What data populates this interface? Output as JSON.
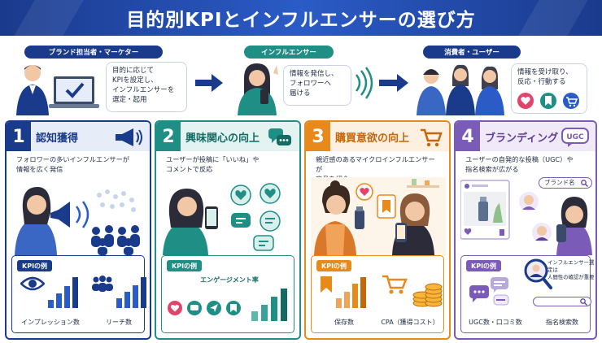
{
  "title": "目的別KPIとインフルエンサーの選び方",
  "colors": {
    "navy": "#1a3a8c",
    "teal": "#1f8f86",
    "orange": "#e8891c",
    "purple": "#7b5bb8"
  },
  "flow": {
    "brand": {
      "label": "ブランド担当者・マーケター",
      "text": [
        "目的に応じて",
        "KPIを設定し、",
        "インフルエンサーを",
        "選定・起用"
      ]
    },
    "influencer": {
      "label": "インフルエンサー",
      "text": [
        "情報を発信し、",
        "フォロワーへ",
        "届ける"
      ]
    },
    "consumer": {
      "label": "消費者・ユーザー",
      "text": [
        "情報を受け取り、",
        "反応・行動する"
      ]
    }
  },
  "cards": [
    {
      "num": "1",
      "title": "認知獲得",
      "desc": [
        "フォロワーの多いインフルエンサーが",
        "情報を広く発信"
      ],
      "kpi_tag": "KPIの例",
      "kpis": [
        "インプレッション数",
        "リーチ数"
      ],
      "icon": "megaphone-icon"
    },
    {
      "num": "2",
      "title": "興味関心の向上",
      "desc": [
        "ユーザーが投稿に「いいね」や",
        "コメントで反応"
      ],
      "kpi_tag": "KPIの例",
      "kpis": [
        "エンゲージメント率"
      ],
      "icon": "chat-bubbles-icon"
    },
    {
      "num": "3",
      "title": "購買意欲の向上",
      "desc": [
        "親近感のあるマイクロインフルエンサーが",
        "商品を紹介"
      ],
      "kpi_tag": "KPIの例",
      "kpis": [
        "保存数",
        "CPA（獲得コスト）"
      ],
      "icon": "cart-icon"
    },
    {
      "num": "4",
      "title": "ブランディング",
      "desc": [
        "ユーザーの自発的な投稿（UGC）や",
        "指名検索が広がる"
      ],
      "kpi_tag": "KPIの例",
      "kpis": [
        "UGC数・口コミ数",
        "指名検索数"
      ],
      "search_placeholder": "ブランド名",
      "note": [
        "インフルエンサー選定は",
        "人間性の確認が重要"
      ],
      "icon": "ugc-bubble-icon"
    }
  ]
}
